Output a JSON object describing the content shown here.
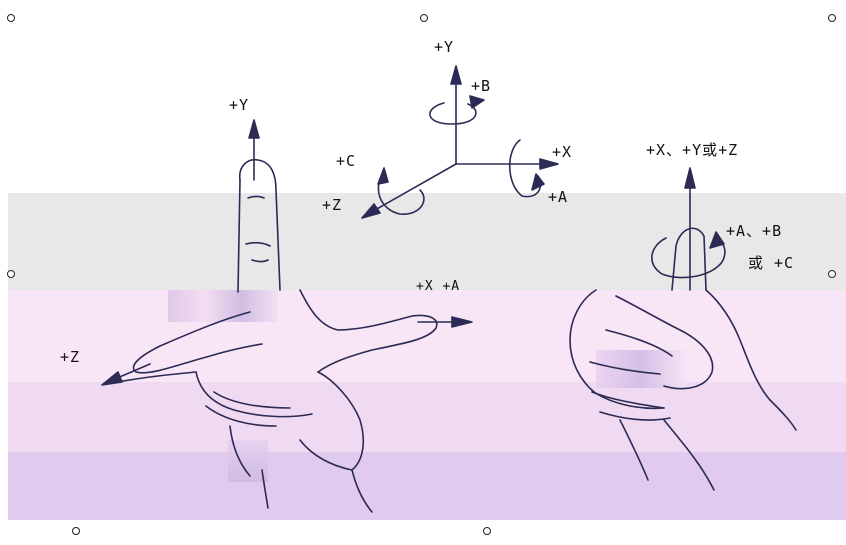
{
  "colors": {
    "background": "#ffffff",
    "gray_band": "#e9e9e9",
    "pink_band": "#f8e6f6",
    "lilac_band": "#ead4f0",
    "violet_band": "#dcc6ec",
    "line": "#2b2b55",
    "ink": "#111111"
  },
  "labels": {
    "hand_left_y": "+Y",
    "hand_left_z": "+Z",
    "hand_left_x": "+X +A",
    "axes_y": "+Y",
    "axes_b": "+B",
    "axes_c": "+C",
    "axes_z": "+Z",
    "axes_x": "+X",
    "axes_a": "+A",
    "hand_right_axis": "+X、+Y或+Z",
    "hand_right_rot1": "+A、+B",
    "hand_right_rot2": "或 +C"
  },
  "icons": {
    "corner_marker": "circle-marker-icon"
  }
}
